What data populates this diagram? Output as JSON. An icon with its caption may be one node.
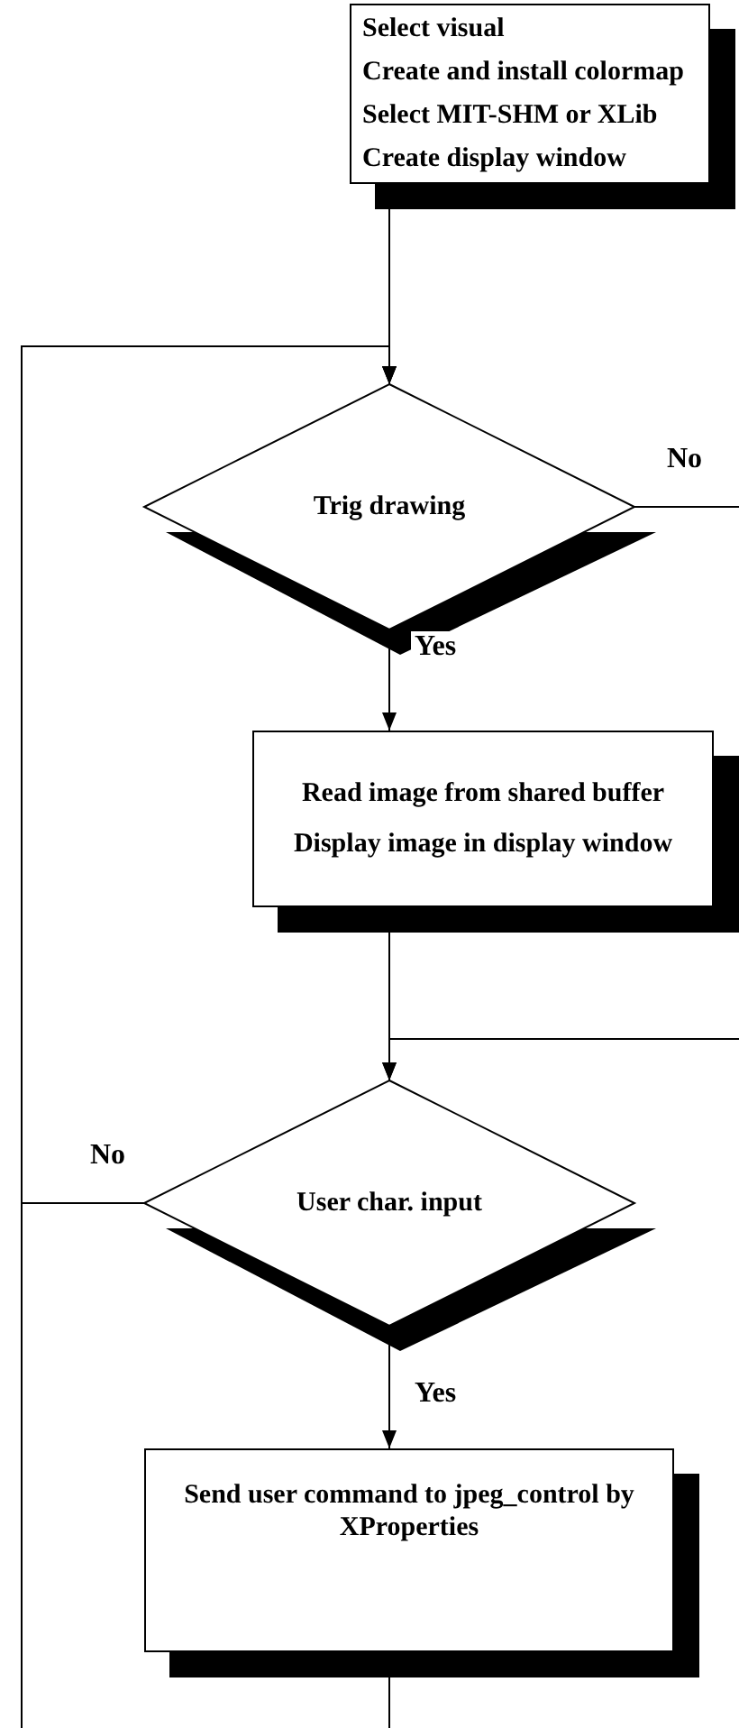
{
  "diagram": {
    "nodes": [
      {
        "text": [
          "Select visual",
          "Create and install colormap",
          "Select MIT-SHM or XLib",
          "Create display window"
        ]
      },
      {
        "text": [
          "Trig drawing"
        ]
      },
      {
        "text": [
          "Read image from shared buffer",
          "Display image in display window"
        ]
      },
      {
        "text": [
          "User char. input"
        ]
      },
      {
        "text": [
          "Send user command to jpeg_control by XProperties"
        ]
      }
    ],
    "edges": [
      {
        "from": 0,
        "to": 1,
        "arrow": "to"
      },
      {
        "from": null,
        "to": 1,
        "arrow": "to"
      },
      {
        "from": 3,
        "to": 1,
        "arrow": "to",
        "label": "No"
      },
      {
        "from": 1,
        "to": null,
        "arrow": "none",
        "label": "No"
      },
      {
        "from": 1,
        "to": 2,
        "arrow": "to",
        "label": "Yes"
      },
      {
        "from": 2,
        "to": 3,
        "arrow": "to"
      },
      {
        "from": null,
        "to": 3,
        "arrow": "to"
      },
      {
        "from": 3,
        "to": 4,
        "arrow": "to",
        "label": "Yes"
      },
      {
        "from": 4,
        "to": null,
        "arrow": "none"
      }
    ]
  }
}
